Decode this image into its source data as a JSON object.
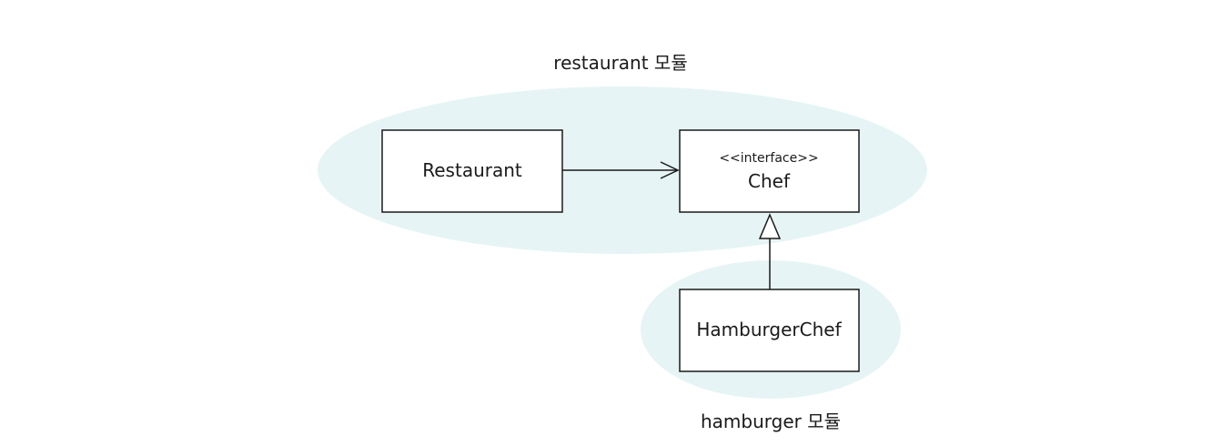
{
  "modules": {
    "restaurant": {
      "label": "restaurant 모듈"
    },
    "hamburger": {
      "label": "hamburger 모듈"
    }
  },
  "classes": {
    "restaurant": {
      "name": "Restaurant"
    },
    "chef": {
      "stereotype": "<<interface>>",
      "name": "Chef"
    },
    "hamburger_chef": {
      "name": "HamburgerChef"
    }
  },
  "colors": {
    "module_fill": "#e6f4f5",
    "line": "#1a1a1a",
    "box_fill": "#ffffff"
  }
}
